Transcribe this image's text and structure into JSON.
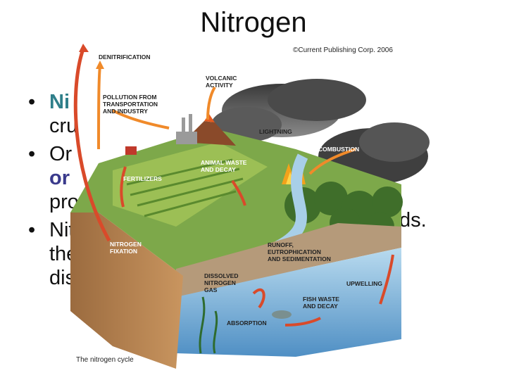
{
  "slide": {
    "title": "Nitrogen",
    "bullets": [
      {
        "marker": "•",
        "visible_lines": [
          "Ni",
          "cru"
        ]
      },
      {
        "marker": "•",
        "visible_lines": [
          "Or",
          "or",
          "pro"
        ]
      },
      {
        "marker": "•",
        "visible_lines": [
          "Nit",
          "the",
          "dis"
        ]
      }
    ],
    "occluded_suffix": "ds."
  },
  "figure": {
    "copyright": "©Current Publishing Corp. 2006",
    "caption": "The nitrogen cycle",
    "labels": {
      "denitrification": "DENITRIFICATION",
      "volcanic": [
        "VOLCANIC",
        "ACTIVITY"
      ],
      "pollution": [
        "POLLUTION FROM",
        "TRANSPORTATION",
        "AND INDUSTRY"
      ],
      "lightning": "LIGHTNING",
      "combustion": "COMBUSTION",
      "animal_waste": [
        "ANIMAL WASTE",
        "AND DECAY"
      ],
      "fertilizers": "FERTILIZERS",
      "nitrogen_fixation": [
        "NITROGEN",
        "FIXATION"
      ],
      "runoff": [
        "RUNOFF,",
        "EUTROPHICATION",
        "AND SEDIMENTATION"
      ],
      "dissolved": [
        "DISSOLVED",
        "NITROGEN",
        "GAS"
      ],
      "upwelling": "UPWELLING",
      "fish_waste": [
        "FISH WASTE",
        "AND DECAY"
      ],
      "absorption": "ABSORPTION"
    }
  }
}
